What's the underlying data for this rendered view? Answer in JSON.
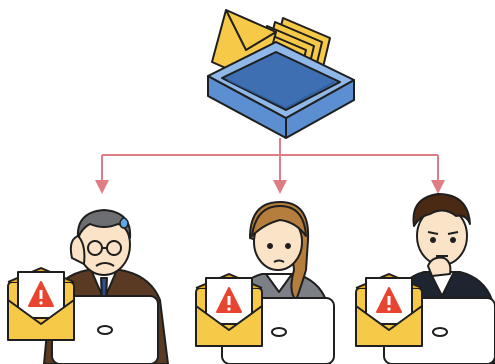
{
  "colors": {
    "arrow": "#df7d86",
    "tray_top": "#8fb8e8",
    "tray_side": "#5b8fd1",
    "tray_dark": "#2f5d9b",
    "envelope": "#f7c948",
    "envelope_dark": "#e4a91f",
    "outline": "#1f1f1f",
    "alert": "#e8442f",
    "skin": "#fbe3c8",
    "laptop": "#ffffff"
  },
  "icons": {
    "inbox": "inbox-tray-icon",
    "alert": "warning-triangle-icon",
    "laptop": "laptop-icon",
    "sweat": "sweat-drop-icon"
  },
  "people": [
    {
      "role": "worried-older-man",
      "hair": "#6d6e72",
      "suit": "#5a3a22",
      "has_glasses": true
    },
    {
      "role": "woman-with-ponytail",
      "hair": "#b67e3d",
      "suit": "#7c7f86",
      "has_glasses": false
    },
    {
      "role": "young-man-thinking",
      "hair": "#4a2a12",
      "suit": "#1f2530",
      "has_glasses": false
    }
  ]
}
